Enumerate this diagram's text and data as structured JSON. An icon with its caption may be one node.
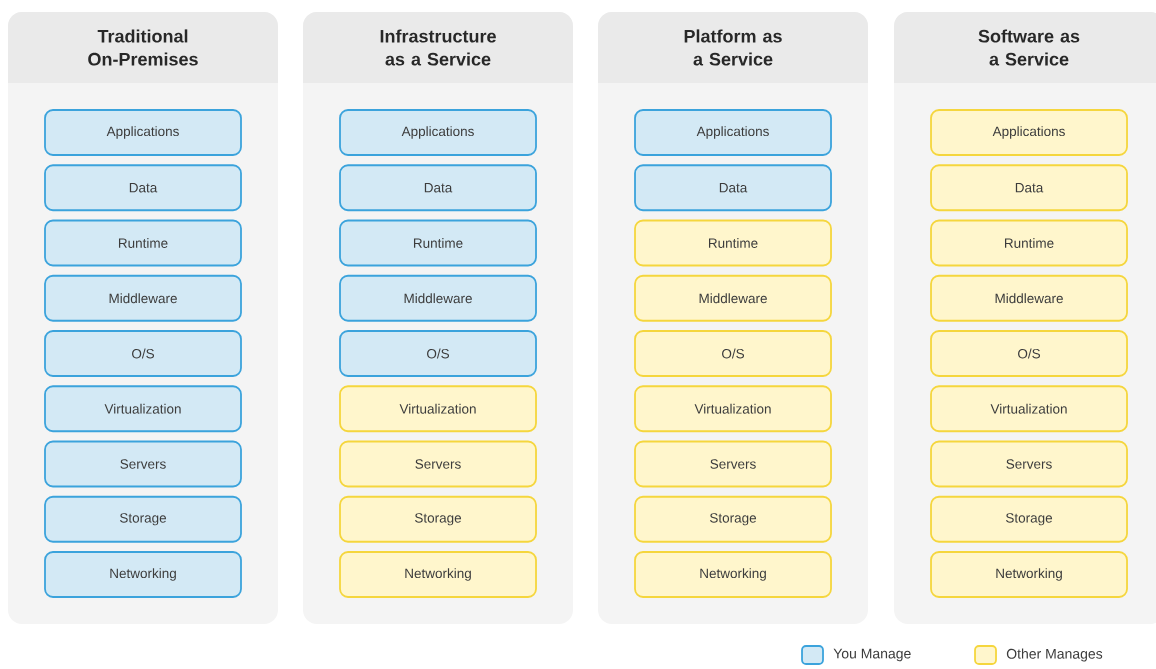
{
  "diagram": {
    "nodes": [
      {
        "text": [
          "Traditional On-Premises"
        ]
      },
      {
        "text": [
          "Applications"
        ],
        "in": 0
      },
      {
        "text": [
          "Data"
        ],
        "in": 0
      },
      {
        "text": [
          "Runtime"
        ],
        "in": 0
      },
      {
        "text": [
          "Middleware"
        ],
        "in": 0
      },
      {
        "text": [
          "O/S"
        ],
        "in": 0
      },
      {
        "text": [
          "Virtualization"
        ],
        "in": 0
      },
      {
        "text": [
          "Servers"
        ],
        "in": 0
      },
      {
        "text": [
          "Storage"
        ],
        "in": 0
      },
      {
        "text": [
          "Networking"
        ],
        "in": 0
      },
      {
        "text": [
          "Infrastructure as a Service"
        ]
      },
      {
        "text": [
          "Applications"
        ],
        "in": 10
      },
      {
        "text": [
          "Data"
        ],
        "in": 10
      },
      {
        "text": [
          "Runtime"
        ],
        "in": 10
      },
      {
        "text": [
          "Middleware"
        ],
        "in": 10
      },
      {
        "text": [
          "O/S"
        ],
        "in": 10
      },
      {
        "text": [
          "Virtualization"
        ],
        "in": 10
      },
      {
        "text": [
          "Servers"
        ],
        "in": 10
      },
      {
        "text": [
          "Storage"
        ],
        "in": 10
      },
      {
        "text": [
          "Networking"
        ],
        "in": 10
      },
      {
        "text": [
          "Platform as a Service"
        ]
      },
      {
        "text": [
          "Applications"
        ],
        "in": 20
      },
      {
        "text": [
          "Data"
        ],
        "in": 20
      },
      {
        "text": [
          "Runtime"
        ],
        "in": 20
      },
      {
        "text": [
          "Middleware"
        ],
        "in": 20
      },
      {
        "text": [
          "O/S"
        ],
        "in": 20
      },
      {
        "text": [
          "Virtualization"
        ],
        "in": 20
      },
      {
        "text": [
          "Servers"
        ],
        "in": 20
      },
      {
        "text": [
          "Storage"
        ],
        "in": 20
      },
      {
        "text": [
          "Networking"
        ],
        "in": 20
      },
      {
        "text": [
          "Software as a Service"
        ]
      },
      {
        "text": [
          "Applications"
        ],
        "in": 30
      },
      {
        "text": [
          "Data"
        ],
        "in": 30
      },
      {
        "text": [
          "Runtime"
        ],
        "in": 30
      },
      {
        "text": [
          "Middleware"
        ],
        "in": 30
      },
      {
        "text": [
          "O/S"
        ],
        "in": 30
      },
      {
        "text": [
          "Virtualization"
        ],
        "in": 30
      },
      {
        "text": [
          "Servers"
        ],
        "in": 30
      },
      {
        "text": [
          "Storage"
        ],
        "in": 30
      },
      {
        "text": [
          "Networking"
        ],
        "in": 30
      }
    ],
    "legend": [
      {
        "text": "You Manage",
        "color": "#d3e9f5"
      },
      {
        "text": "Other Manages",
        "color": "#fff6cc"
      }
    ]
  }
}
